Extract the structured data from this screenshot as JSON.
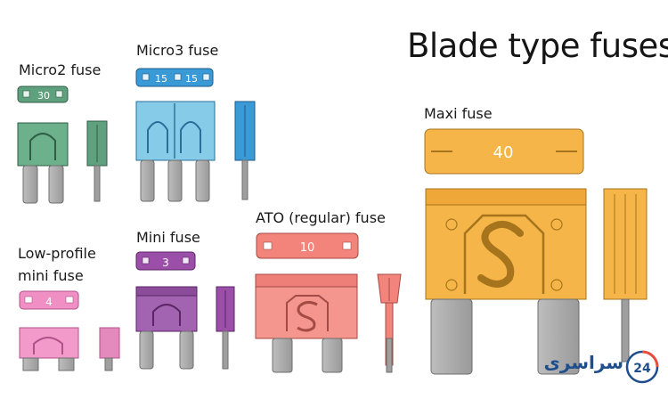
{
  "title": "Blade type fuses",
  "fuses": {
    "micro2": {
      "label": "Micro2 fuse",
      "rating": "30",
      "color": "#5fa07e"
    },
    "micro3": {
      "label": "Micro3 fuse",
      "rating_a": "15",
      "rating_b": "15",
      "color": "#7ec8e8"
    },
    "lowprofile": {
      "label_line1": "Low-profile",
      "label_line2": "mini fuse",
      "rating": "4",
      "color": "#f08fc4"
    },
    "mini": {
      "label": "Mini fuse",
      "rating": "3",
      "color": "#9b4fa8"
    },
    "ato": {
      "label": "ATO (regular) fuse",
      "rating": "10",
      "color": "#f2847c"
    },
    "maxi": {
      "label": "Maxi fuse",
      "rating": "40",
      "color": "#f5b548"
    }
  },
  "watermark": {
    "text": "سراسری",
    "number": "24"
  }
}
